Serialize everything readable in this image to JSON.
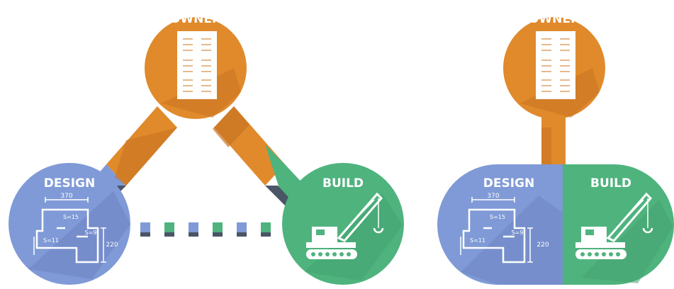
{
  "diagram_left": {
    "owner_label": "OWNER",
    "design_label": "DESIGN",
    "build_label": "BUILD",
    "plan": {
      "width": "370",
      "height": "220",
      "s1": "S=15",
      "s2": "S=9",
      "s3": "S=11"
    }
  },
  "diagram_right": {
    "owner_label": "OWNER",
    "design_label": "DESIGN",
    "build_label": "BUILD",
    "plan": {
      "width": "370",
      "height": "220",
      "s1": "S=15",
      "s2": "S=9",
      "s3": "S=11"
    }
  },
  "colors": {
    "owner": "#e08a2c",
    "owner_shadow": "#c87322",
    "design": "#7f9ad6",
    "design_shadow": "#5a6fa3",
    "build": "#4fb37e",
    "build_shadow": "#3a8f62",
    "dark_link": "#4a5566"
  },
  "icons": [
    "spreadsheet-document-icon",
    "floor-plan-icon",
    "crane-icon"
  ]
}
